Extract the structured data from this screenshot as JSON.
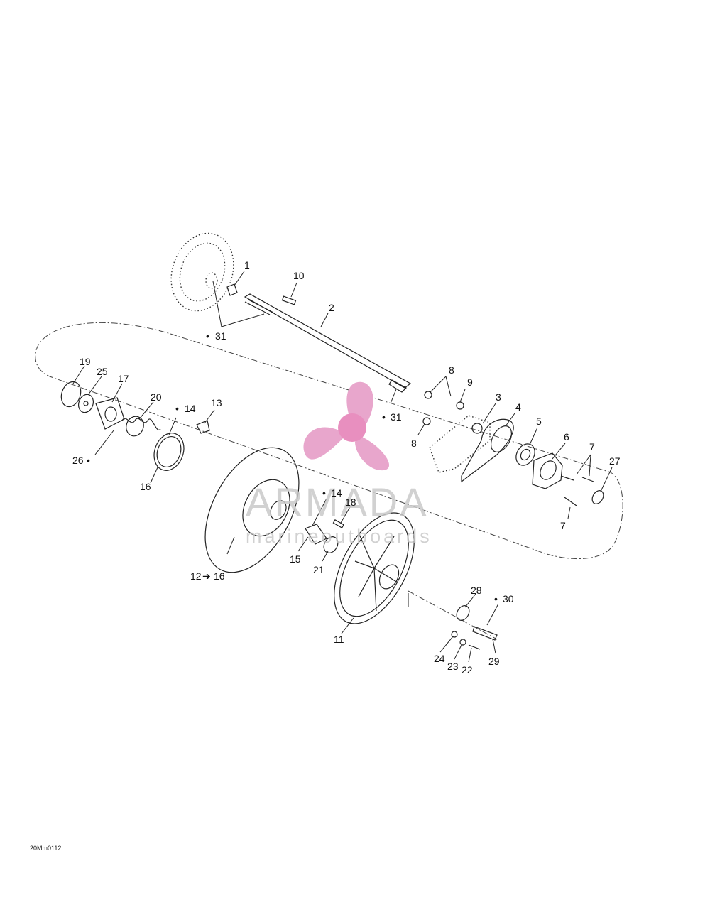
{
  "diagram": {
    "callouts": {
      "c1": "1",
      "c2": "2",
      "c3": "3",
      "c4": "4",
      "c5": "5",
      "c6": "6",
      "c7a": "7",
      "c7b": "7",
      "c8a": "8",
      "c8b": "8",
      "c9": "9",
      "c10": "10",
      "c11": "11",
      "c12": "12",
      "c12to": "16",
      "c13": "13",
      "c14a": "14",
      "c14b": "14",
      "c15": "15",
      "c16": "16",
      "c17": "17",
      "c18": "18",
      "c19": "19",
      "c20": "20",
      "c21": "21",
      "c22": "22",
      "c23": "23",
      "c24": "24",
      "c25": "25",
      "c26": "26",
      "c27": "27",
      "c28": "28",
      "c29": "29",
      "c30": "30",
      "c31a": "31",
      "c31b": "31"
    },
    "arrow_symbol": "➔",
    "drop_symbol": "•",
    "drawing_code": "20Mm0112"
  },
  "watermark": {
    "brand": "ARMADA",
    "tagline": "marineoutboards",
    "logo_color": "#e8a6cc",
    "logo_center_color": "#e88fbf"
  }
}
